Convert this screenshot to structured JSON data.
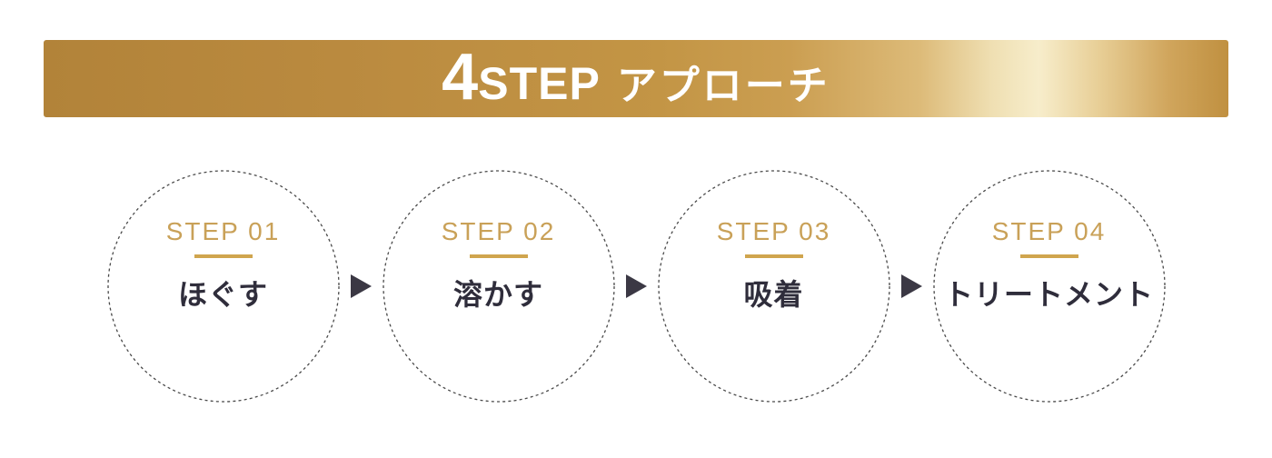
{
  "banner": {
    "title_number": "4",
    "title_step": "STEP",
    "title_jp": "アプローチ"
  },
  "steps": [
    {
      "label": "STEP 01",
      "title": "ほぐす"
    },
    {
      "label": "STEP 02",
      "title": "溶かす"
    },
    {
      "label": "STEP 03",
      "title": "吸着"
    },
    {
      "label": "STEP 04",
      "title": "トリートメント"
    }
  ],
  "colors": {
    "banner_gold_left": "#b28339",
    "banner_gold_highlight": "#f7edcb",
    "banner_gold_right": "#c09040",
    "step_label_gold": "#c9a158",
    "underline_gold": "#d0a54e",
    "step_title_dark": "#2f2d3b",
    "arrow_dark": "#3b3844",
    "circle_border": "#4a4a4a",
    "background": "#ffffff",
    "banner_text": "#ffffff"
  }
}
